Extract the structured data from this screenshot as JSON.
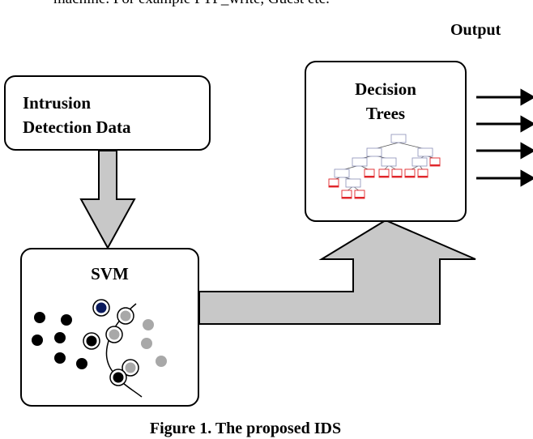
{
  "header_text": "machine. For example FTP_write, Guest etc.",
  "output_label": "Output",
  "input_box": {
    "line1": "Intrusion",
    "line2": "Detection Data"
  },
  "decision_box": {
    "line1": "Decision",
    "line2": "Trees"
  },
  "svm_box": {
    "label": "SVM"
  },
  "caption": "Figure 1. The proposed IDS",
  "colors": {
    "arrow_fill": "#c8c8c8",
    "black_point": "#000000",
    "gray_point": "#a8a8a8",
    "support_vector_blue": "#0a1a5c",
    "tree_node_red": "#e0262b"
  }
}
